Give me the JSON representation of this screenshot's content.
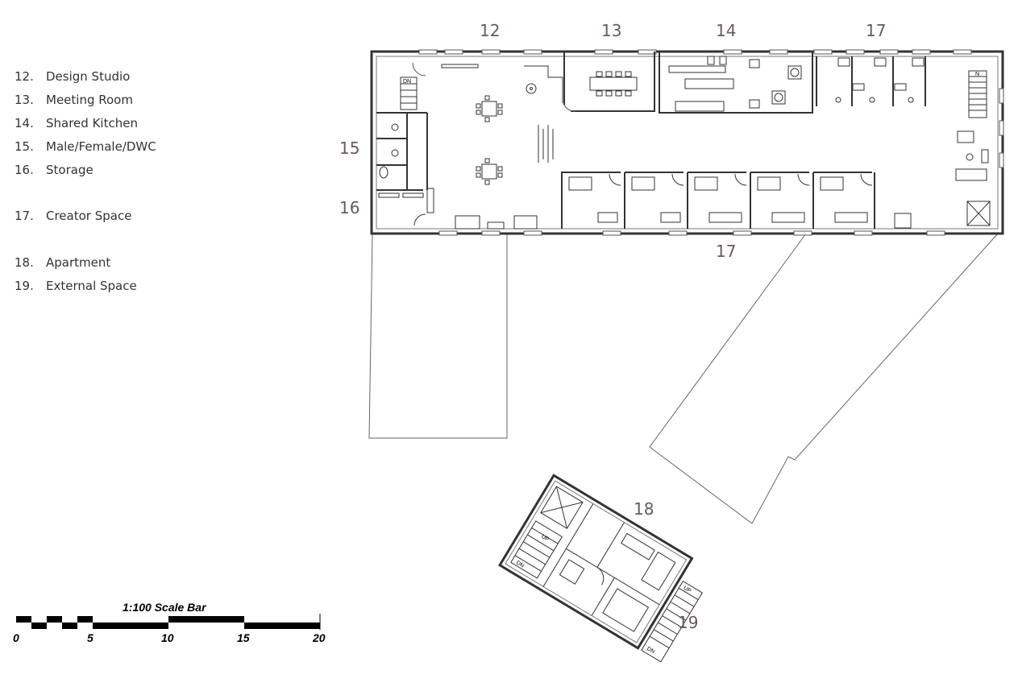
{
  "legend": [
    {
      "num": "12.",
      "label": "Design Studio"
    },
    {
      "num": "13.",
      "label": "Meeting Room"
    },
    {
      "num": "14.",
      "label": "Shared Kitchen"
    },
    {
      "num": "15.",
      "label": "Male/Female/DWC"
    },
    {
      "num": "16.",
      "label": "Storage"
    },
    {
      "num": "17.",
      "label": "Creator Space"
    },
    {
      "num": "18.",
      "label": "Apartment"
    },
    {
      "num": "19.",
      "label": "External Space"
    }
  ],
  "plan_labels": {
    "r12": "12",
    "r13": "13",
    "r14": "14",
    "r17_top": "17",
    "r15": "15",
    "r16": "16",
    "r17_bottom": "17",
    "r18": "18",
    "r19": "19"
  },
  "stair_labels": {
    "main_dn": "DN",
    "main_n": "N",
    "apt_up": "UP",
    "apt_dn": "DN",
    "ext_up": "UP",
    "ext_dn": "DN"
  },
  "scale_bar": {
    "title": "1:100 Scale Bar",
    "ticks": [
      "0",
      "5",
      "10",
      "15",
      "20"
    ]
  },
  "colors": {
    "wall": "#333333",
    "line": "#555555",
    "label": "#6b5a5a"
  }
}
